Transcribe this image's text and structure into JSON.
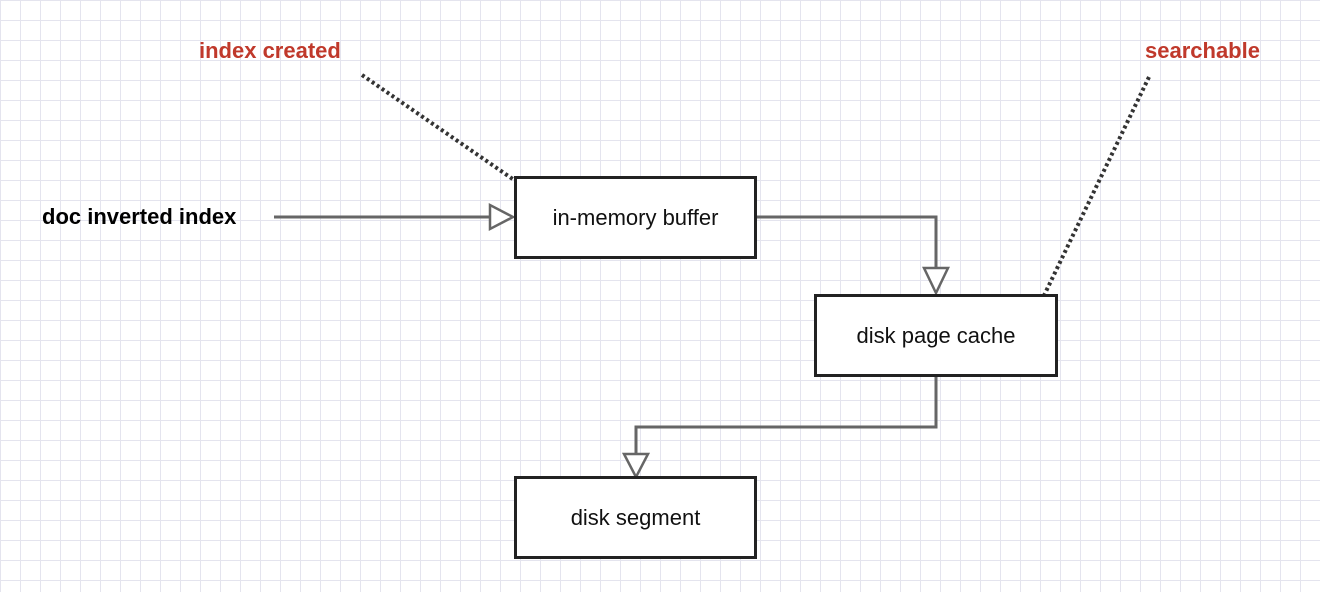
{
  "diagram": {
    "input_label": "doc inverted index",
    "nodes": {
      "buffer": "in-memory buffer",
      "cache": "disk page cache",
      "segment": "disk segment"
    },
    "annotations": {
      "index_created": "index created",
      "searchable": "searchable"
    }
  },
  "colors": {
    "annotation": "#c0392b",
    "box_border": "#222222",
    "connector": "#666666",
    "dotted_line": "#333333"
  }
}
